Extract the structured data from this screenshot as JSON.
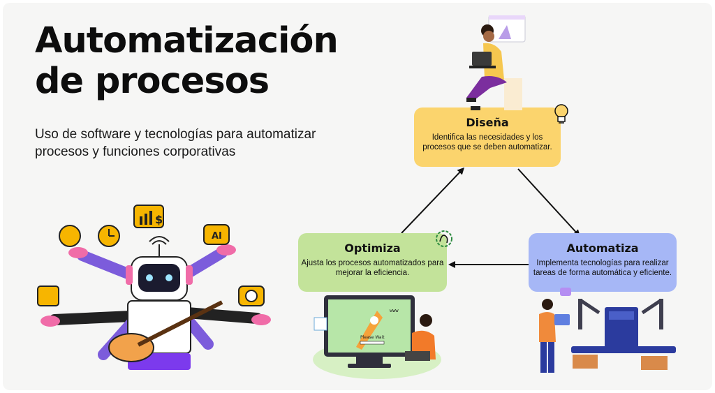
{
  "title_line1": "Automatización",
  "title_line2": "de procesos",
  "subtitle": "Uso de software y tecnologías para automatizar procesos y funciones corporativas",
  "steps": [
    {
      "title": "Diseña",
      "description": "Identifica las necesidades y los procesos que se deben automatizar.",
      "color": "#fbd46d"
    },
    {
      "title": "Automatiza",
      "description": "Implementa tecnologías para realizar tareas de forma automática y eficiente.",
      "color": "#a6b7f6"
    },
    {
      "title": "Optimiza",
      "description": "Ajusta los procesos automatizados para mejorar la eficiencia.",
      "color": "#c3e39a"
    }
  ],
  "illustrations": {
    "robot_icons": [
      "clock-icon",
      "chart-dollar-icon",
      "palette-ai-icon",
      "document-pencil-icon",
      "camera-icon",
      "guitar-icon"
    ],
    "ai_label": "AI",
    "www_label": "www",
    "please_wait": "Please Wait"
  }
}
